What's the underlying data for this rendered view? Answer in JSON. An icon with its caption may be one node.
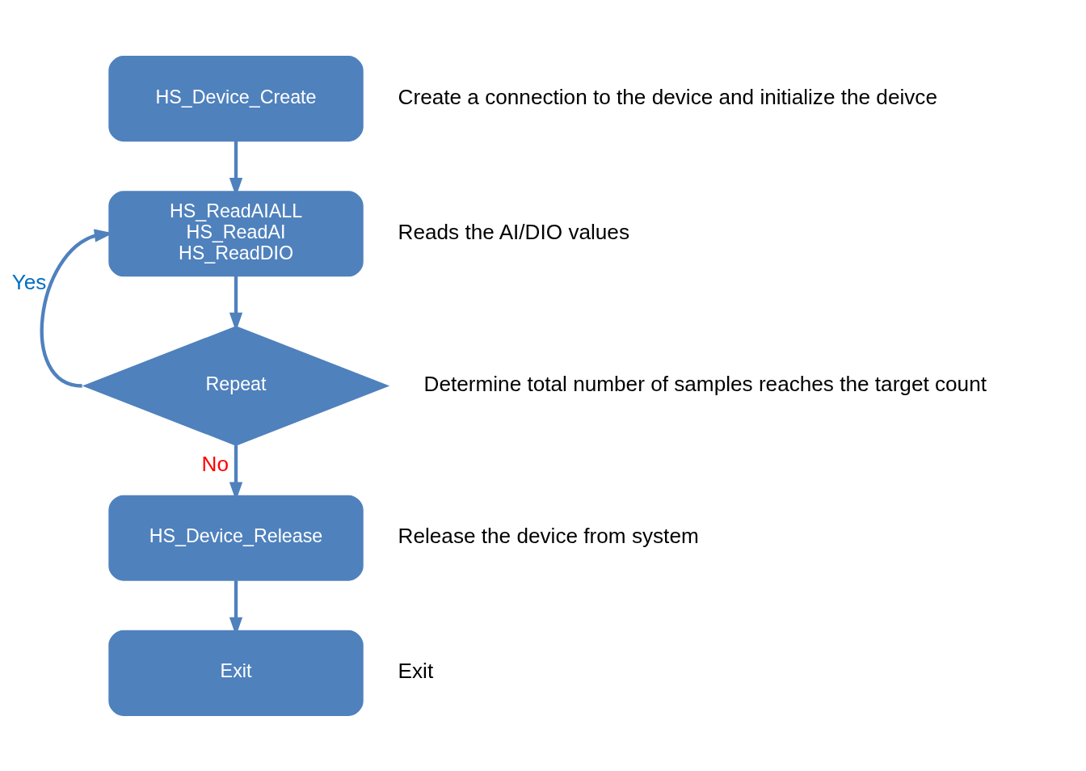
{
  "diagram": {
    "nodes": [
      {
        "text": [
          "HS_Device_Create"
        ],
        "beside": [
          "Create a connection to the device and initialize the deivce"
        ]
      },
      {
        "text": [
          "HS_ReadAIALL",
          "HS_ReadAI",
          "HS_ReadDIO"
        ],
        "beside": [
          "Reads the AI/DIO values"
        ]
      },
      {
        "text": [
          "Repeat"
        ],
        "beside": [
          "Determine total number of samples reaches the target count"
        ]
      },
      {
        "text": [
          "HS_Device_Release"
        ],
        "beside": [
          "Release the device from system"
        ]
      },
      {
        "text": [
          "Exit"
        ],
        "beside": [
          "Exit"
        ]
      }
    ],
    "edges": [
      {
        "from": 0,
        "to": 1,
        "arrow": "to"
      },
      {
        "from": 1,
        "to": 2,
        "arrow": "to"
      },
      {
        "from": 2,
        "to": 1,
        "arrow": "to",
        "label": "Yes"
      },
      {
        "from": 2,
        "to": 3,
        "arrow": "to",
        "label": "No"
      },
      {
        "from": 3,
        "to": 4,
        "arrow": "to"
      }
    ]
  }
}
